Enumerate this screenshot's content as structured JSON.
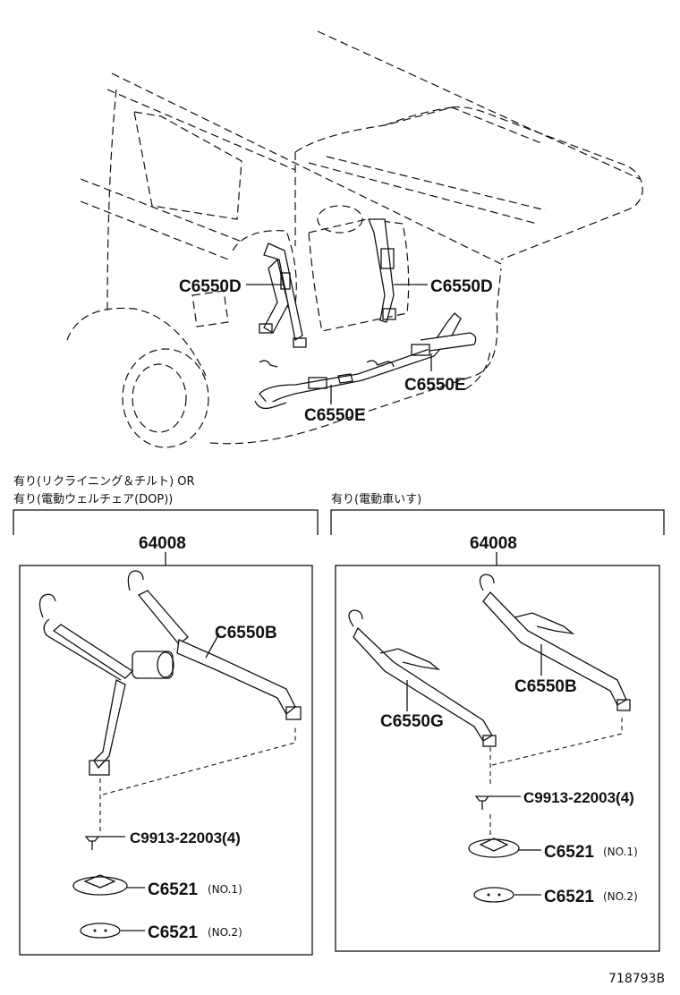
{
  "top_view": {
    "callouts": {
      "left_upper": "C6550D",
      "right_upper": "C6550D",
      "right_lower": "C6550E",
      "left_lower": "C6550E"
    }
  },
  "left_panel": {
    "caption_line1": "有り(リクライニング＆チルト) OR",
    "caption_line2": "有り(電動ウェルチェア(DOP))",
    "assembly": "64008",
    "strap_b": "C6550B",
    "bolt": "C9913-22003(4)",
    "anchor1_part": "C6521",
    "anchor1_note": "(NO.1)",
    "anchor2_part": "C6521",
    "anchor2_note": "(NO.2)"
  },
  "right_panel": {
    "caption": "有り(電動車いす)",
    "assembly": "64008",
    "strap_b": "C6550B",
    "strap_g": "C6550G",
    "bolt": "C9913-22003(4)",
    "anchor1_part": "C6521",
    "anchor1_note": "(NO.1)",
    "anchor2_part": "C6521",
    "anchor2_note": "(NO.2)"
  },
  "figure_id": "718793B"
}
